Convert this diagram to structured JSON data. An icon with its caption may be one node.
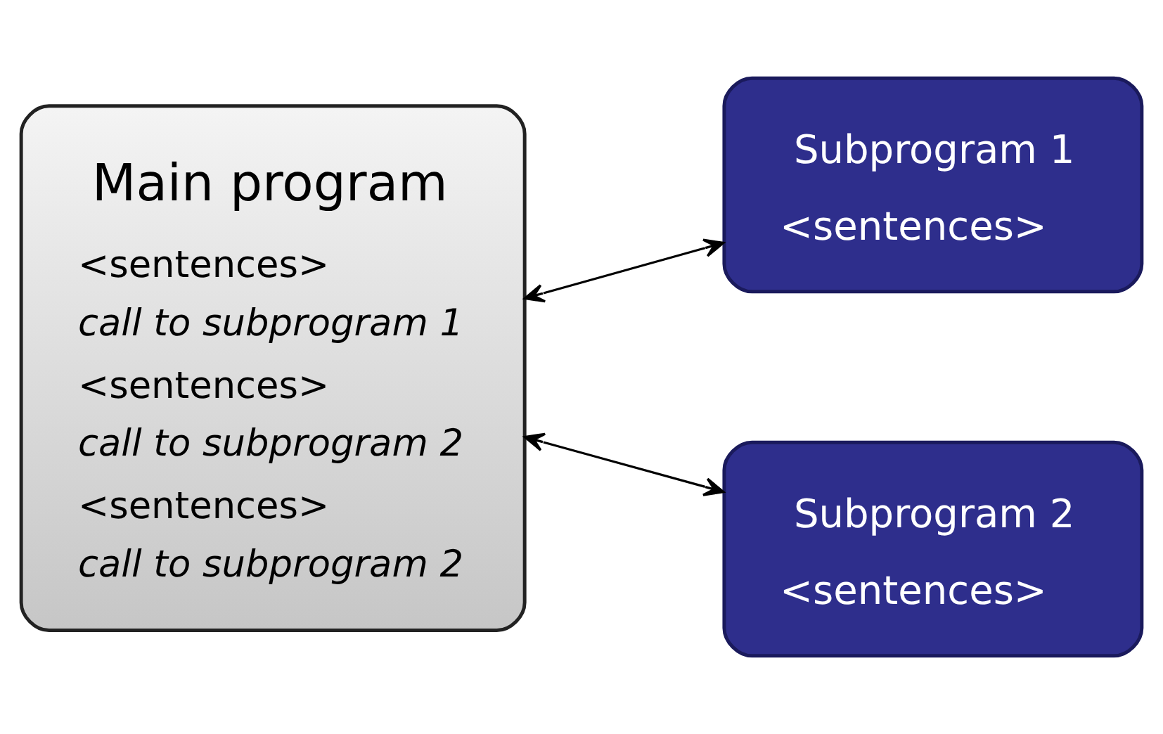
{
  "diagram": {
    "nodes": [
      {
        "text": [
          "Main program",
          "<sentences>",
          "call to subprogram 1",
          "<sentences>",
          "call to subprogram 2",
          "<sentences>",
          "call to subprogram 2"
        ]
      },
      {
        "text": [
          "Subprogram 1",
          "<sentences>"
        ]
      },
      {
        "text": [
          "Subprogram 2",
          "<sentences>"
        ]
      }
    ],
    "edges": [
      {
        "from": 0,
        "to": 1,
        "arrow": "both"
      },
      {
        "from": 0,
        "to": 2,
        "arrow": "both"
      }
    ]
  }
}
